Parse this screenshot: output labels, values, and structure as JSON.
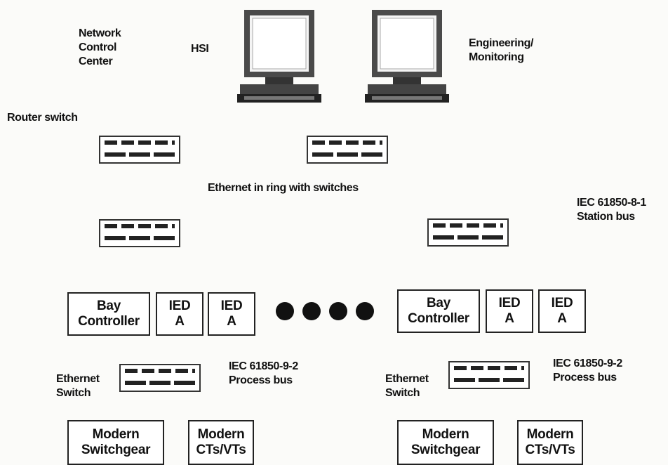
{
  "labels": {
    "network_control_center": "Network\nControl\nCenter",
    "hsi": "HSI",
    "engineering_monitoring": "Engineering/\nMonitoring",
    "router_switch": "Router switch",
    "ethernet_ring": "Ethernet in ring with switches",
    "station_bus": "IEC 61850-8-1\nStation bus",
    "process_bus_left": "IEC 61850-9-2\nProcess bus",
    "process_bus_right": "IEC 61850-9-2\nProcess bus",
    "ethernet_switch_left": "Ethernet\nSwitch",
    "ethernet_switch_right": "Ethernet\nSwitch"
  },
  "boxes": {
    "bay_controller_left": "Bay\nController",
    "ied_left_1": "IED\nA",
    "ied_left_2": "IED\nA",
    "bay_controller_right": "Bay\nController",
    "ied_right_1": "IED\nA",
    "ied_right_2": "IED\nA",
    "switchgear_left": "Modern\nSwitchgear",
    "ctvt_left": "Modern\nCTs/VTs",
    "switchgear_right": "Modern\nSwitchgear",
    "ctvt_right": "Modern\nCTs/VTs"
  },
  "icons": {
    "workstation": "computer-monitor-icon",
    "switch": "network-switch-icon",
    "continuation": "ellipsis-dots"
  }
}
